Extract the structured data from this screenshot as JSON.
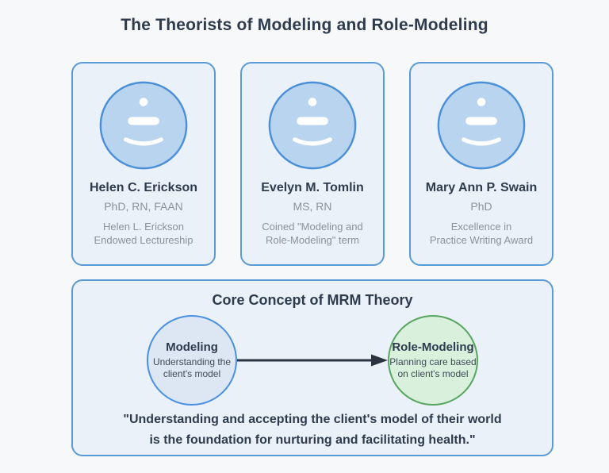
{
  "title": "The Theorists of Modeling and Role-Modeling",
  "theorists": [
    {
      "name": "Helen C. Erickson",
      "credentials": "PhD, RN, FAAN",
      "note_lines": [
        "Helen L. Erickson",
        "Endowed Lectureship"
      ]
    },
    {
      "name": "Evelyn M. Tomlin",
      "credentials": "MS, RN",
      "note_lines": [
        "Coined \"Modeling and",
        "Role-Modeling\" term"
      ]
    },
    {
      "name": "Mary Ann P. Swain",
      "credentials": "PhD",
      "note_lines": [
        "Excellence in",
        "Practice Writing Award"
      ]
    }
  ],
  "core": {
    "title": "Core Concept of MRM Theory",
    "modeling": {
      "label": "Modeling",
      "description_lines": [
        "Understanding the",
        "client's model"
      ]
    },
    "role_modeling": {
      "label": "Role-Modeling",
      "description_lines": [
        "Planning care based",
        "on client's model"
      ]
    },
    "quote_lines": [
      "\"Understanding and accepting the client's model of their world",
      "is the foundation for nurturing and facilitating health.\""
    ]
  },
  "colors": {
    "page_bg": "#f7f8fa",
    "panel_bg": "#eaf1f9",
    "panel_border": "#5b9bd5",
    "heading_text": "#2d3b4d",
    "muted_text": "#8a929a",
    "avatar_fill": "#b9d4ef",
    "avatar_border": "#4a90d9",
    "modeling_fill": "#dde7f3",
    "modeling_border": "#4a90e2",
    "role_fill": "#d9f0dc",
    "role_border": "#57a55f",
    "arrow_color": "#2b3541"
  }
}
